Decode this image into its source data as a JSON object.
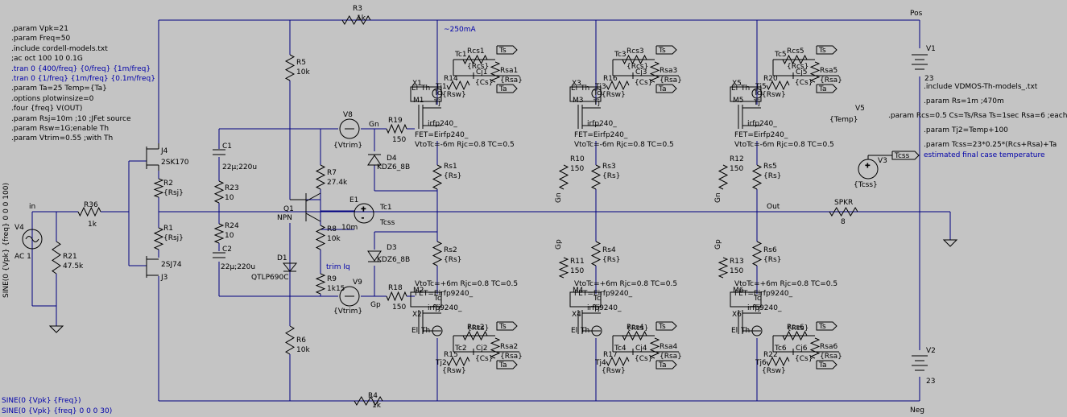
{
  "directives_left": [
    ".param Vpk=21",
    ".param Freq=50",
    ".include cordell-models.txt",
    ";ac oct 100 10 0.1G",
    ".tran 0 {400/freq} {0/freq} {1m/freq}",
    ".tran 0 {1/freq} {1m/freq} {0.1m/freq}",
    ".param Ta=25 Temp={Ta}",
    ".options plotwinsize=0",
    ".four {freq} V(OUT)",
    ".param Rsj=10m ;10 ;JFet source",
    ".param Rsw=1G;enable Th",
    ".param Vtrim=0.55 ;with Th"
  ],
  "directives_right": [
    ".include VDMOS-Th-models_.txt",
    ".param Rs=1m ;470m",
    ".param Rcs=0.5 Cs=Ts/Rsa Ts=1sec Rsa=6 ;each",
    ".param Tj2=Temp+100",
    ".param  Tcss=23*0.25*(Rcs+Rsa)+Ta"
  ],
  "comment_case_temp": "estimated final case temperature",
  "current_note": "~250mA",
  "trim_note": "trim Iq",
  "sources_bottom": [
    "SINE(0 {Vpk} {Freq})",
    "SINE(0 {Vpk} {freq} 0 0 0 30)"
  ],
  "v4_vertical": "SINE(0 {Vpk} {freq} 0 0 0 100)",
  "v4": {
    "name": "V4",
    "ac": "AC 1"
  },
  "labels": {
    "in": "in",
    "out": "Out",
    "pos": "Pos",
    "neg": "Neg",
    "gn": "Gn",
    "gp": "Gp",
    "tc1": "Tc1",
    "tcss": "Tcss",
    "ts": "Ts",
    "ta": "Ta"
  },
  "resistors": {
    "R3": [
      "R3",
      "1k"
    ],
    "R4": [
      "R4",
      "1k"
    ],
    "R5": [
      "R5",
      "10k"
    ],
    "R6": [
      "R6",
      "10k"
    ],
    "R7": [
      "R7",
      "27.4k"
    ],
    "R8": [
      "R8",
      "10k"
    ],
    "R9": [
      "R9",
      "1k15"
    ],
    "R36": [
      "R36",
      "1k"
    ],
    "R21": [
      "R21",
      "47.5k"
    ],
    "R2": [
      "R2",
      "{Rsj}"
    ],
    "R1": [
      "R1",
      "{Rsj}"
    ],
    "R23": [
      "R23",
      "10"
    ],
    "R24": [
      "R24",
      "10"
    ],
    "R19": [
      "R19",
      "150"
    ],
    "R18": [
      "R18",
      "150"
    ],
    "R10": [
      "R10",
      "150"
    ],
    "R11": [
      "R11",
      "150"
    ],
    "R12": [
      "R12",
      "150"
    ],
    "R13": [
      "R13",
      "150"
    ],
    "Rs1": [
      "Rs1",
      "{Rs}"
    ],
    "Rs2": [
      "Rs2",
      "{Rs}"
    ],
    "Rs3": [
      "Rs3",
      "{Rs}"
    ],
    "Rs4": [
      "Rs4",
      "{Rs}"
    ],
    "Rs5": [
      "Rs5",
      "{Rs}"
    ],
    "Rs6": [
      "Rs6",
      "{Rs}"
    ],
    "SPKR": [
      "SPKR",
      "8"
    ]
  },
  "caps": {
    "C1": [
      "C1",
      "22µ;220u"
    ],
    "C2": [
      "C2",
      "22µ;220u"
    ]
  },
  "semis": {
    "J4": [
      "J4",
      "2SK170"
    ],
    "J3": [
      "J3",
      "2SJ74"
    ],
    "Q1": [
      "Q1",
      "NPN"
    ],
    "D1": [
      "D1",
      "QTLP690C"
    ],
    "D3": [
      "D3",
      "KDZ6_8B"
    ],
    "D4": [
      "D4",
      "KDZ6_8B"
    ],
    "E1": [
      "E1",
      "10m"
    ],
    "V8": [
      "V8",
      "{Vtrim}"
    ],
    "V9": [
      "V9",
      "{Vtrim}"
    ],
    "V1": [
      "V1",
      "23"
    ],
    "V2": [
      "V2",
      "23"
    ],
    "V3": [
      "V3",
      "{Tcss}"
    ],
    "V5": [
      "V5",
      "{Temp}"
    ]
  },
  "upper_stages": [
    {
      "X": "X1",
      "M": "M1",
      "Rcs": "Rcs1",
      "Rsa": "Rsa1",
      "Cj": "Cj1",
      "R": "R14",
      "Tc": "Tc1",
      "Tj": "Tj1"
    },
    {
      "X": "X3",
      "M": "M3",
      "Rcs": "Rcs3",
      "Rsa": "Rsa3",
      "Cj": "Cj3",
      "R": "R16",
      "Tc": "Tc3",
      "Tj": "Tj3"
    },
    {
      "X": "X5",
      "M": "M5",
      "Rcs": "Rcs5",
      "Rsa": "Rsa5",
      "Cj": "Cj5",
      "R": "R20",
      "Tc": "Tc5",
      "Tj": "Tj5"
    }
  ],
  "lower_stages": [
    {
      "X": "X2",
      "M": "M2",
      "Rcs": "Rcs2",
      "Rsa": "Rsa2",
      "Cj": "Cj2",
      "R": "R15",
      "Tc": "Tc2",
      "Tj": "Tj2"
    },
    {
      "X": "X4",
      "M": "M4",
      "Rcs": "Rcs4",
      "Rsa": "Rsa4",
      "Cj": "Cj4",
      "R": "R17",
      "Tc": "Tc4",
      "Tj": "Tj4"
    },
    {
      "X": "X6",
      "M": "M6",
      "Rcs": "Rcs6",
      "Rsa": "Rsa6",
      "Cj": "Cj6",
      "R": "R22",
      "Tc": "Tc6",
      "Tj": "Tj6"
    }
  ],
  "stage_common": {
    "part_upper": "irfp240_",
    "part_lower": "irfp9240_",
    "fet_upper": "FET=Eirfp240_",
    "fet_lower": "FET=Eirfp9240_",
    "vto_upper": "VtoTc=-6m Rjc=0.8 TC=0.5",
    "vto_lower": "VtoTc=+6m Rjc=0.8 TC=0.5",
    "rcs_val": "{Rcs}",
    "rsa_val": "{Rsa}",
    "cj_val": "{Cs}",
    "rsw_val": "{Rsw}",
    "el": "El",
    "th": "Th",
    "tc": "Tc",
    "tj": "Tj",
    "gate_r": "150",
    "rs_val": "{Rs}"
  },
  "colors": {
    "wire": "#000080",
    "background": "#c4c4c4",
    "text": "#000000",
    "comment": "#0000aa"
  }
}
